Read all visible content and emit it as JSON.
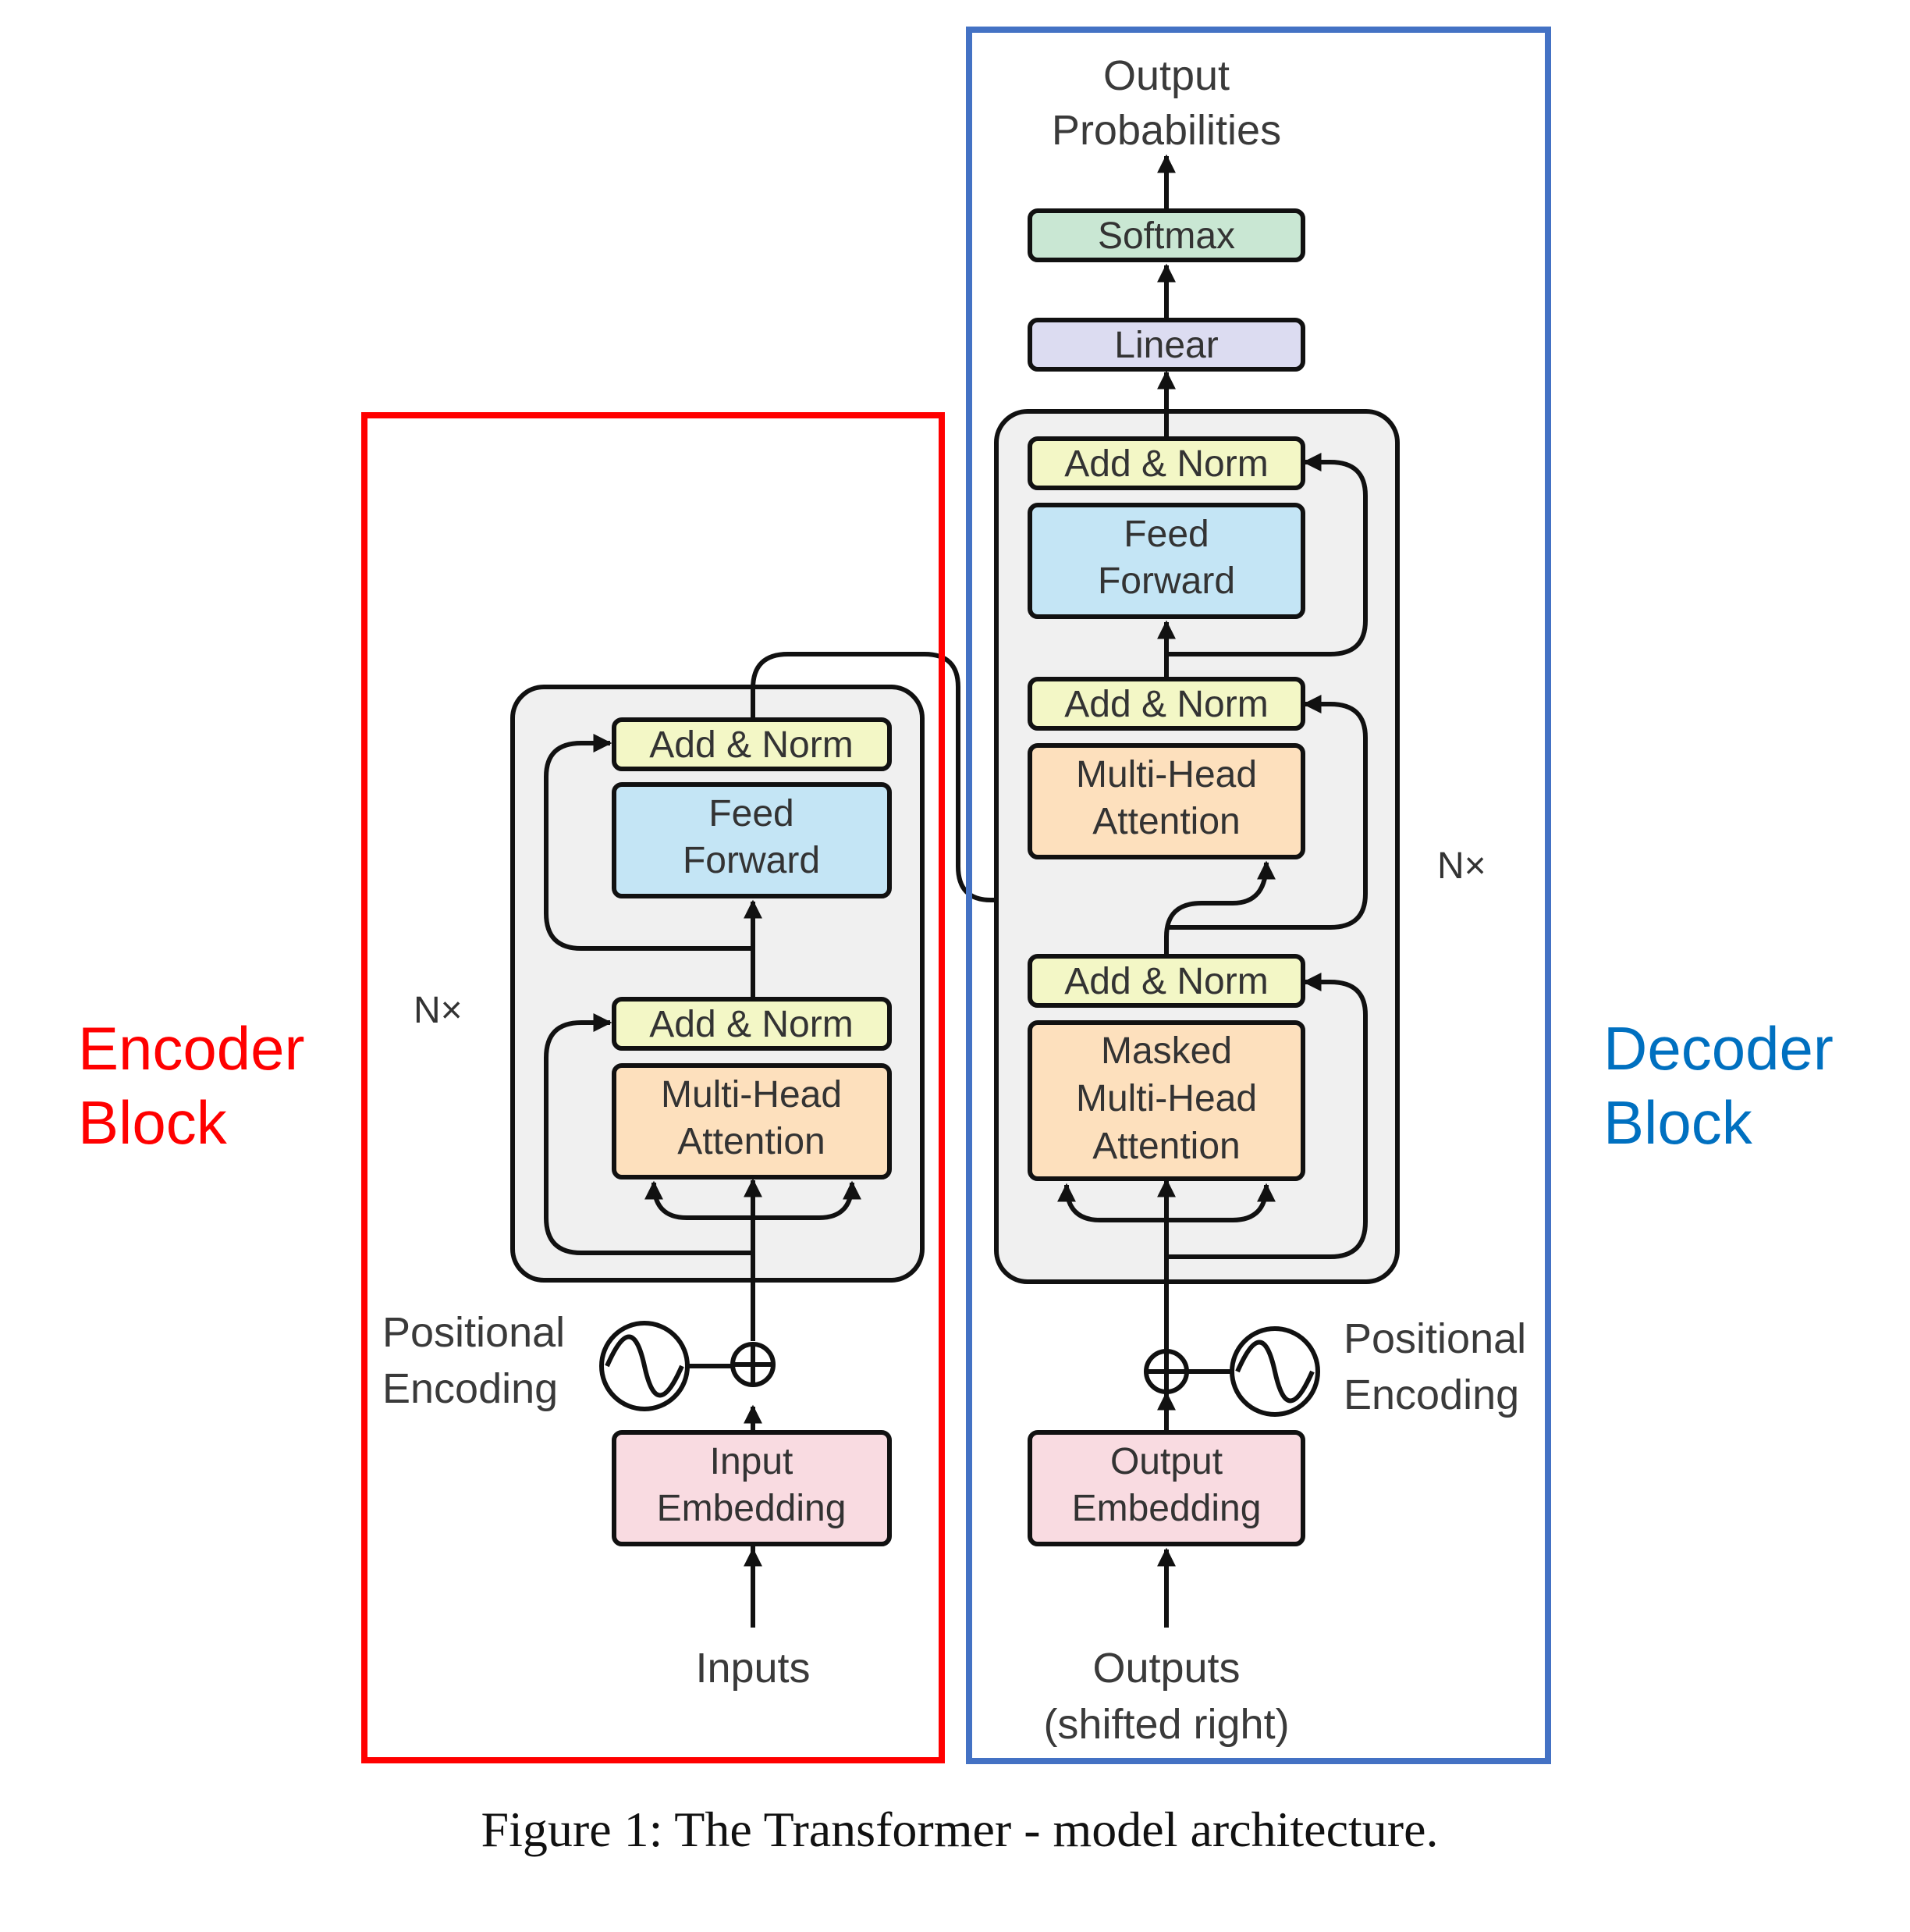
{
  "caption": "Figure 1: The Transformer - model architecture.",
  "encoder": {
    "title_line1": "Encoder",
    "title_line2": "Block",
    "outline_color": "#ff0000",
    "repeat_label": "N×",
    "add_norm_top": "Add & Norm",
    "ff_line1": "Feed",
    "ff_line2": "Forward",
    "add_norm_bottom": "Add & Norm",
    "mha_line1": "Multi-Head",
    "mha_line2": "Attention",
    "pos_line1": "Positional",
    "pos_line2": "Encoding",
    "emb_line1": "Input",
    "emb_line2": "Embedding",
    "input_label": "Inputs"
  },
  "decoder": {
    "title_line1": "Decoder",
    "title_line2": "Block",
    "outline_color": "#4472c4",
    "title_color": "#0070c0",
    "out_line1": "Output",
    "out_line2": "Probabilities",
    "softmax": "Softmax",
    "linear": "Linear",
    "add_norm_top": "Add & Norm",
    "ff_line1": "Feed",
    "ff_line2": "Forward",
    "add_norm_mid": "Add & Norm",
    "mha_line1": "Multi-Head",
    "mha_line2": "Attention",
    "repeat_label": "N×",
    "add_norm_bottom": "Add & Norm",
    "mmha_line1": "Masked",
    "mmha_line2": "Multi-Head",
    "mmha_line3": "Attention",
    "pos_line1": "Positional",
    "pos_line2": "Encoding",
    "emb_line1": "Output",
    "emb_line2": "Embedding",
    "input_line1": "Outputs",
    "input_line2": "(shifted right)"
  },
  "colors": {
    "add_norm": "#f3f7c6",
    "feed_forward": "#c4e5f5",
    "attention": "#fde0bd",
    "embedding": "#f9dbe1",
    "softmax": "#c9e7d3",
    "linear": "#dcdcf1",
    "stack_bg": "#f0f0f0"
  }
}
